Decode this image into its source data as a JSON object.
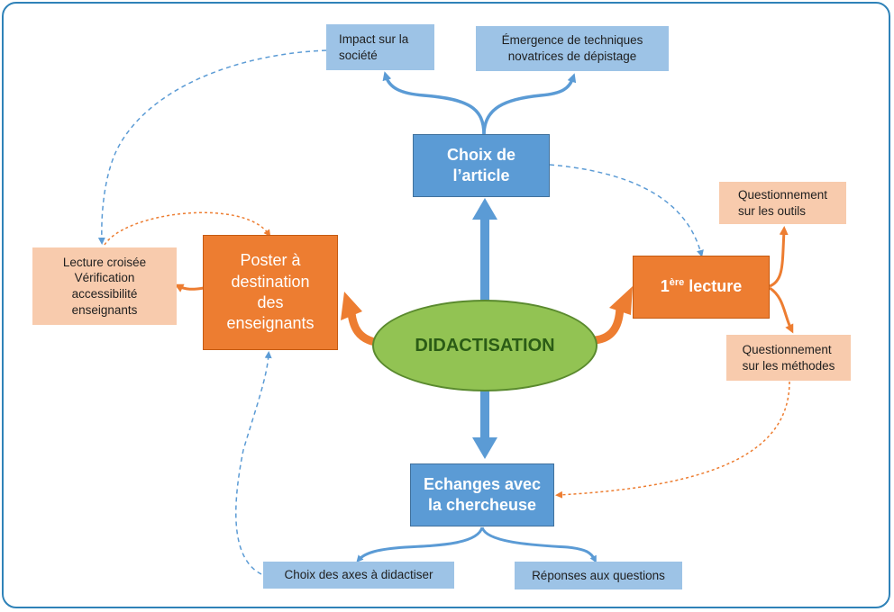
{
  "center": {
    "label": "DIDACTISATION"
  },
  "nodes": {
    "choix_article": {
      "label_line1": "Choix de",
      "label_line2": "l’article"
    },
    "premiere_lecture": {
      "label_number": "1",
      "label_sup": "ère",
      "label_rest": " lecture"
    },
    "echanges": {
      "label_line1": "Echanges avec",
      "label_line2": "la chercheuse"
    },
    "poster": {
      "label_line1": "Poster à",
      "label_line2": "destination",
      "label_line3": "des",
      "label_line4": "enseignants"
    }
  },
  "details": {
    "impact": {
      "line1": "Impact sur la",
      "line2": "société"
    },
    "emergence": {
      "line1": "Émergence de techniques",
      "line2": "novatrices de dépistage"
    },
    "questionnement_outils": {
      "line1": "Questionnement",
      "line2": "sur les outils"
    },
    "questionnement_methodes": {
      "line1": "Questionnement",
      "line2": "sur les méthodes"
    },
    "lecture_croisee": {
      "line1": "Lecture croisée",
      "line2": "Vérification",
      "line3": "accessibilité",
      "line4": "enseignants"
    },
    "choix_axes": {
      "label": "Choix des axes à didactiser"
    },
    "reponses": {
      "label": "Réponses aux questions"
    }
  },
  "colors": {
    "blue": "#5b9bd5",
    "light_blue": "#9dc3e6",
    "orange": "#ed7d31",
    "light_orange": "#f8cbad",
    "green": "#92c353",
    "frame": "#2f82b8"
  }
}
